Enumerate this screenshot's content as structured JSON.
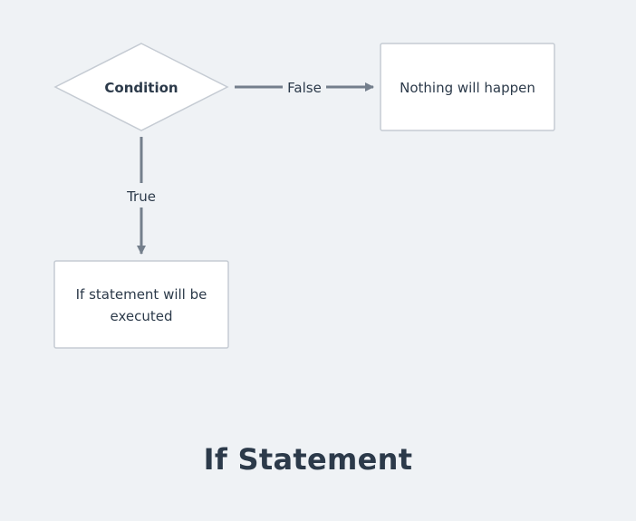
{
  "diagram": {
    "nodes": {
      "condition": {
        "label": "Condition",
        "shape": "diamond"
      },
      "nothing": {
        "label": "Nothing will happen",
        "shape": "rectangle"
      },
      "executed": {
        "label_lines": [
          "If statement will be",
          "executed"
        ],
        "shape": "rectangle"
      }
    },
    "edges": {
      "false_edge": {
        "from": "condition",
        "to": "nothing",
        "label": "False"
      },
      "true_edge": {
        "from": "condition",
        "to": "executed",
        "label": "True"
      }
    },
    "colors": {
      "background": "#eff2f5",
      "node_fill": "#ffffff",
      "node_border": "#c5cbd3",
      "edge": "#747f8c",
      "text": "#2c3a4a"
    }
  },
  "title": "If Statement"
}
